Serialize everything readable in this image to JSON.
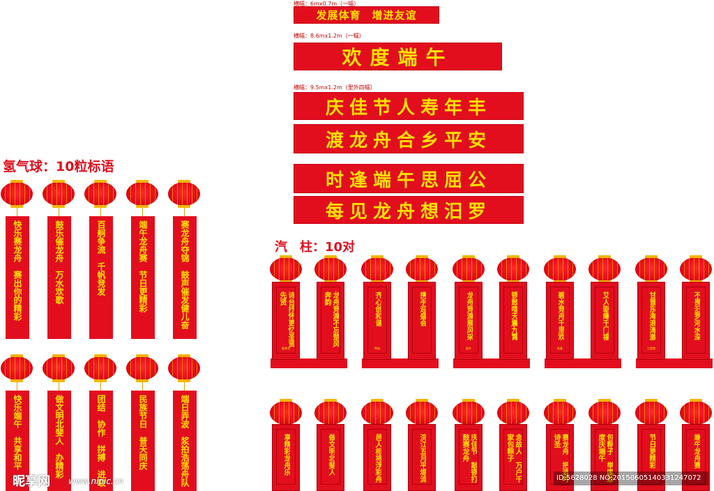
{
  "banners": [
    {
      "caption": "横幅：6mx0.7m（一幅）",
      "text": "发展体育　增进友谊"
    },
    {
      "caption": "横幅：8.6mx1.2m（一幅）",
      "text": "欢度端午"
    },
    {
      "caption": "横幅：9.5mx1.2m（里外四幅）",
      "lines": [
        "庆佳节人寿年丰",
        "渡龙舟合乡平安",
        "时逢端午思屈公",
        "每见龙舟想汨罗"
      ]
    }
  ],
  "balloon_section": {
    "heading": "氢气球：10粒标语",
    "row1": [
      "快乐赛龙舟　赛出你的精彩",
      "鼓乐催龙舟　万水欢歌",
      "百舸争流　千帆竞发",
      "端午龙舟赛　节日更精彩",
      "赛龙舟夺锦　鼓声催发健儿奋"
    ],
    "row2": [
      "快乐端午　共享和平",
      "做文明北斐人　办精彩",
      "团结　协作　拼搏　进取",
      "民族节日　普天同庆",
      "端日弄波　浆拍浩荡舟队"
    ]
  },
  "pillar_section": {
    "heading": "汽　柱：10对",
    "row1": [
      {
        "text": "诗台抒怀更忆圣贤先贤",
        "sig": "能鸭北"
      },
      {
        "text": "龙舟竞渡不忘楚风奔韵",
        "sig": ""
      },
      {
        "text": "齐心创和谐",
        "sig": "鸭城"
      },
      {
        "text": "携手迎盛会",
        "sig": ""
      },
      {
        "text": "龙舟竞渡展风采",
        "sig": "端午"
      },
      {
        "text": "锣鼓喧天震九霄",
        "sig": ""
      },
      {
        "text": "碧水竞舟千里欢",
        "sig": "新春"
      },
      {
        "text": "艾人驱瘴千门福",
        "sig": ""
      },
      {
        "text": "甘冒东海浪涛激",
        "sig": "工程院"
      },
      {
        "text": "不畏汨罗河水深",
        "sig": ""
      }
    ],
    "row2": [
      {
        "text": "享精彩龙舟乐",
        "sig": ""
      },
      {
        "text": "做文明北斐人",
        "sig": ""
      },
      {
        "text": "邑人相将浮彩舟",
        "sig": ""
      },
      {
        "text": "浣江五月平堤流",
        "sig": ""
      },
      {
        "text": "庆佳节　敲锣打鼓赛龙舟",
        "sig": ""
      },
      {
        "text": "念故人　万户千家包粽子",
        "sig": ""
      },
      {
        "text": "赛龙舟　把酒吟诗圣",
        "sig": ""
      },
      {
        "text": "包粽子　举国欢度庆端午",
        "sig": ""
      },
      {
        "text": "节日更精彩",
        "sig": ""
      },
      {
        "text": "端午龙舟赛",
        "sig": ""
      }
    ]
  },
  "watermark": {
    "logo": "昵享网",
    "url": "www.nipic.cn",
    "id": "ID:5628028 NO:20150605140331247072"
  },
  "colors": {
    "red": "#e20e1e",
    "yellow": "#ffe100",
    "heading_red": "#e0101e"
  }
}
